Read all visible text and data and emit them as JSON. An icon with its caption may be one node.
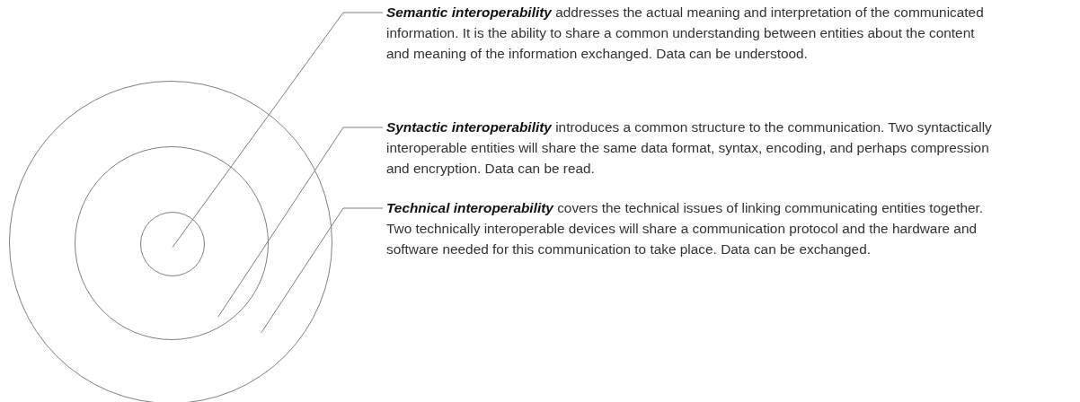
{
  "diagram": {
    "nodes": [
      {
        "text": [],
        "shape": "circle"
      },
      {
        "text": [],
        "shape": "circle",
        "in": 0
      },
      {
        "text": [],
        "shape": "circle",
        "in": 1
      },
      {
        "text": [
          "**Semantic interoperability** addresses the actual meaning and interpretation of the communicated information. It is the ability to share a common understanding between entities about the content and meaning of the information exchanged. Data can be understood."
        ]
      },
      {
        "text": [
          "**Syntactic interoperability** introduces a common structure to the communication. Two syntactically interoperable entities will share the same data format, syntax, encoding, and perhaps compression and encryption. Data can be read."
        ]
      },
      {
        "text": [
          "**Technical interoperability** covers the technical issues of linking communicating entities together. Two technically interoperable devices will share a communication protocol and the hardware and software needed for this communication to take place. Data can be exchanged."
        ]
      }
    ],
    "edges": [
      {
        "from": 3,
        "to": 2,
        "arrow": "none"
      },
      {
        "from": 4,
        "to": 1,
        "arrow": "none"
      },
      {
        "from": 5,
        "to": 0,
        "arrow": "none"
      }
    ]
  }
}
